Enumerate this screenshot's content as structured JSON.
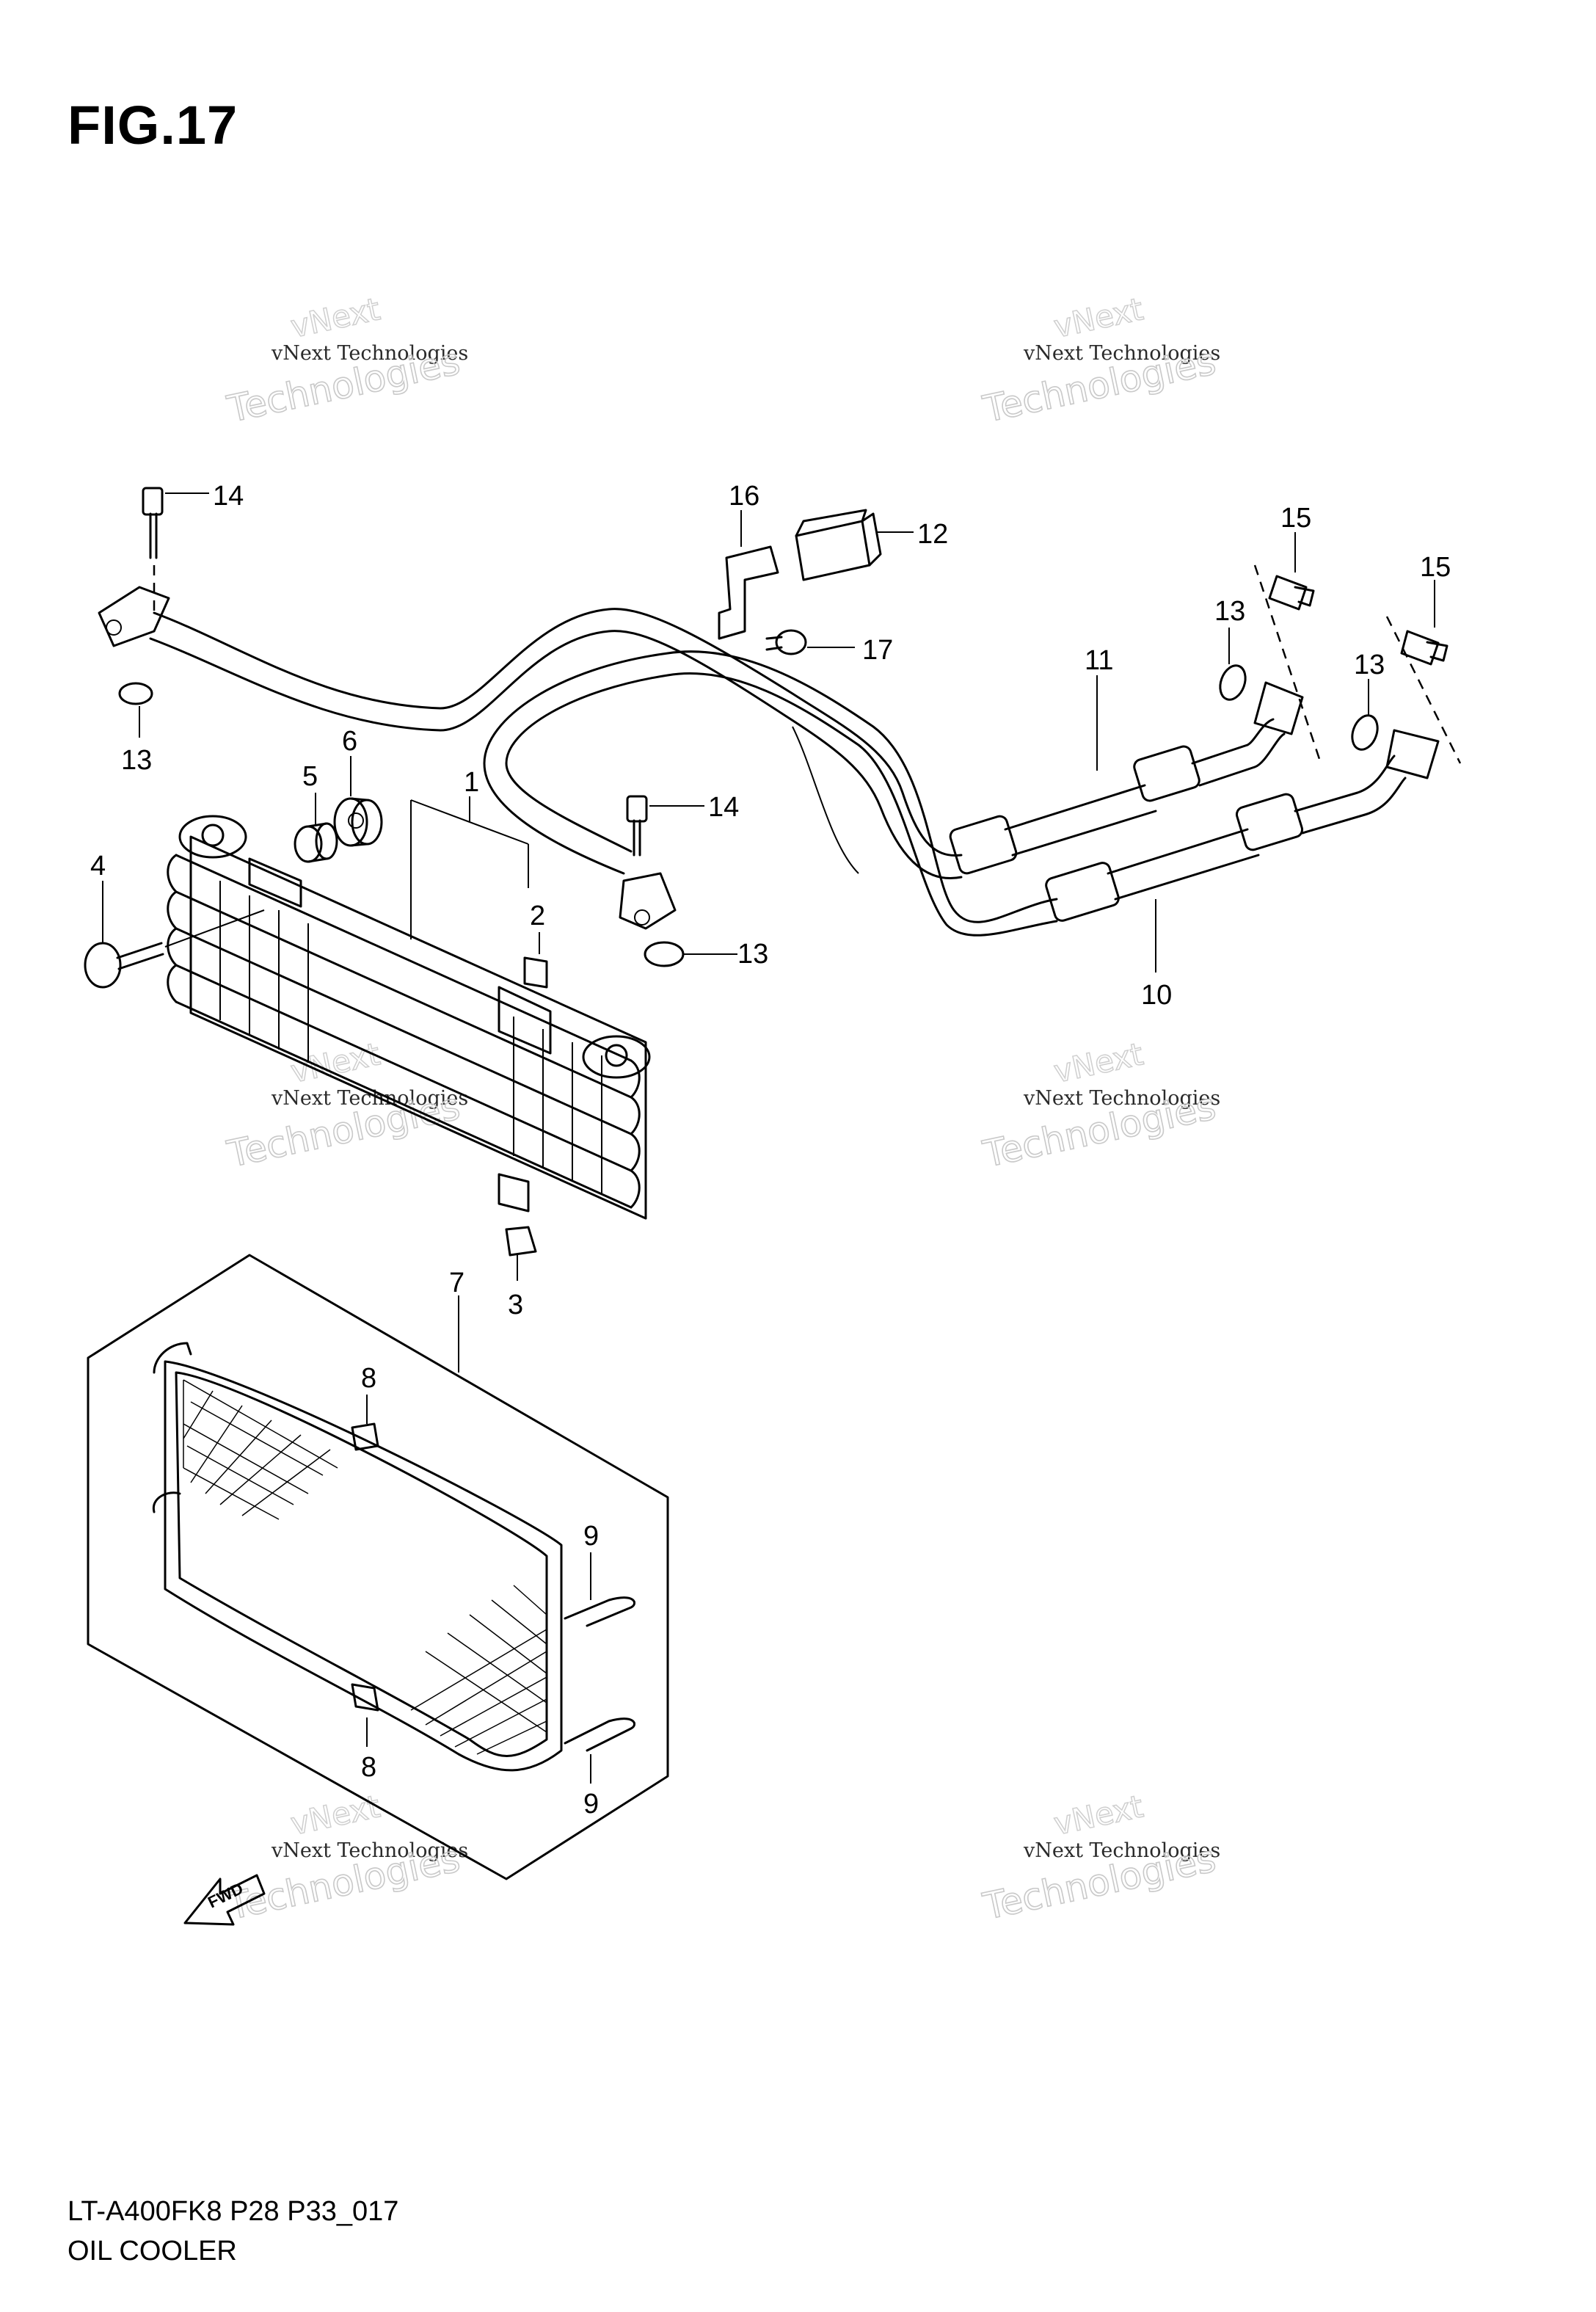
{
  "figure_title": "FIG.17",
  "footer_code": "LT-A400FK8 P28 P33_017",
  "footer_name": "OIL COOLER",
  "fwd_label": "FWD",
  "watermark": {
    "small": "vNext Technologies",
    "big_top": "vNext",
    "big_bottom": "Technologies"
  },
  "callouts": {
    "c1": "1",
    "c2": "2",
    "c3": "3",
    "c4": "4",
    "c5": "5",
    "c6": "6",
    "c7": "7",
    "c8a": "8",
    "c8b": "8",
    "c9a": "9",
    "c9b": "9",
    "c10": "10",
    "c11": "11",
    "c12": "12",
    "c13a": "13",
    "c13b": "13",
    "c13c": "13",
    "c13d": "13",
    "c14a": "14",
    "c14b": "14",
    "c15a": "15",
    "c15b": "15",
    "c16": "16",
    "c17": "17"
  }
}
